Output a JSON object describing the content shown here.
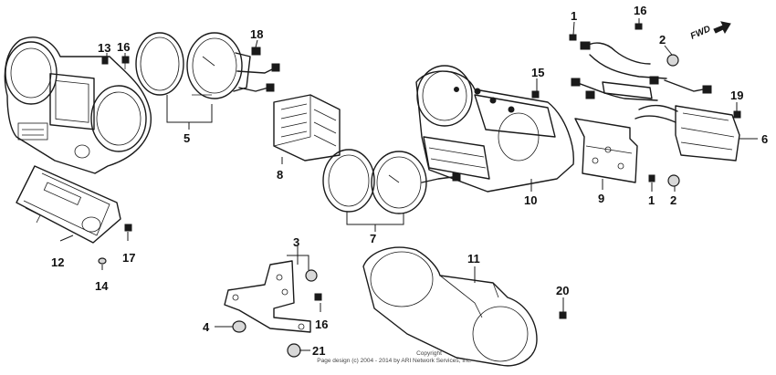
{
  "callouts": {
    "c1a": "1",
    "c1b": "1",
    "c2a": "2",
    "c2b": "2",
    "c3": "3",
    "c4": "4",
    "c5": "5",
    "c6": "6",
    "c7": "7",
    "c8": "8",
    "c9": "9",
    "c10": "10",
    "c11": "11",
    "c12": "12",
    "c13": "13",
    "c14": "14",
    "c15": "15",
    "c16a": "16",
    "c16b": "16",
    "c16c": "16",
    "c17": "17",
    "c18": "18",
    "c19": "19",
    "c20": "20",
    "c21": "21"
  },
  "direction_label": "FWD",
  "copyright": {
    "line1": "Copyright",
    "line2": "Page design (c) 2004 - 2014 by ARI Network Services, Inc."
  }
}
